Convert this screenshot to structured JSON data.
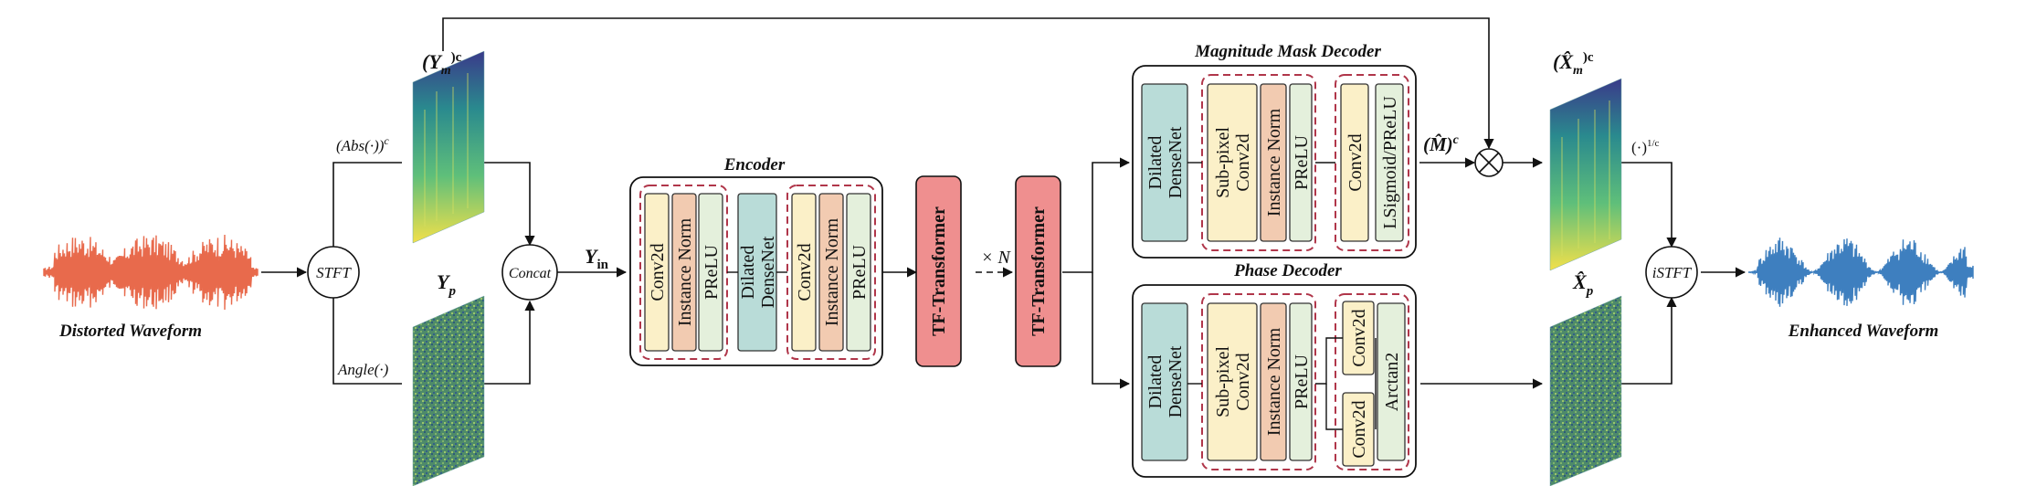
{
  "inputs": {
    "waveform_in_label": "Distorted Waveform",
    "waveform_out_label": "Enhanced Waveform",
    "stft": "STFT",
    "istft": "iSTFT",
    "concat": "Concat",
    "abs_label": "(Abs(·))",
    "abs_sup": "c",
    "angle_label": "Angle(·)",
    "ym_label": "(Y",
    "ym_sub": "m",
    "ym_sup": ")c",
    "yp_label": "Y",
    "yp_sub": "p",
    "yin_label": "Y",
    "yin_sub": "in",
    "xm_label": "(X̂",
    "xm_sub": "m",
    "xm_sup": ")c",
    "xp_label": "X̂",
    "xp_sub": "p",
    "inv_c_label": "(·)",
    "inv_c_sup": "1/c",
    "mhat_label": "(M̂)",
    "mhat_sup": "c",
    "repeat_label": "× N"
  },
  "encoder": {
    "title": "Encoder",
    "blocks": [
      "Conv2d",
      "Instance Norm",
      "PReLU",
      "Dilated DenseNet",
      "Conv2d",
      "Instance Norm",
      "PReLU"
    ]
  },
  "transformers": [
    "TF-Transformer",
    "TF-Transformer"
  ],
  "mask_decoder": {
    "title": "Magnitude Mask Decoder",
    "blocks": [
      "Dilated DenseNet",
      "Sub-pixel Conv2d",
      "Instance Norm",
      "PReLU",
      "Conv2d",
      "LSigmoid/PReLU"
    ]
  },
  "phase_decoder": {
    "title": "Phase Decoder",
    "blocks": [
      "Dilated DenseNet",
      "Sub-pixel Conv2d",
      "Instance Norm",
      "PReLU",
      "Conv2d",
      "Conv2d",
      "Arctan2"
    ]
  },
  "colors": {
    "conv": "#fbf0c8",
    "norm": "#f2cbb1",
    "prelu": "#e4f0dc",
    "dense": "#b9dcd8",
    "transformer": "#ef8f8f",
    "dashed": "#b0364a",
    "wave_in": "#e86a4c",
    "wave_out": "#3e7fbf"
  }
}
